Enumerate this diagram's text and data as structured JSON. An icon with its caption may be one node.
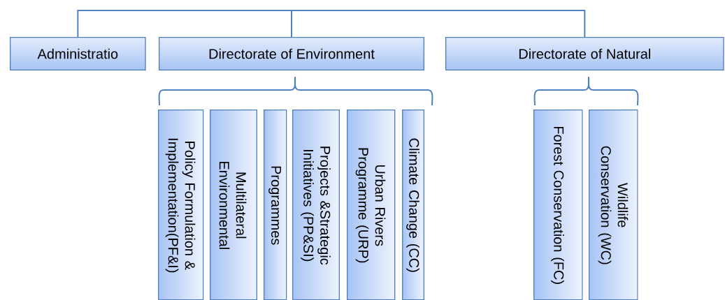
{
  "diagram": {
    "nodes": [
      {
        "text": [
          "Administratio"
        ]
      },
      {
        "text": [
          "Directorate of Environment"
        ]
      },
      {
        "text": [
          "Directorate of Natural"
        ]
      },
      {
        "text": [
          "Policy Formulation & Implementation(PF&I)"
        ]
      },
      {
        "text": [
          "Multilateral Environmental"
        ]
      },
      {
        "text": [
          "Programmes"
        ]
      },
      {
        "text": [
          "Projects &Strategic Initiatives (PP&SI)"
        ]
      },
      {
        "text": [
          "Urban Rivers Programme (URP)"
        ]
      },
      {
        "text": [
          "Climate Change (CC)"
        ]
      },
      {
        "text": [
          "Forest Conservation (FC)"
        ]
      },
      {
        "text": [
          "Wildlife Conservation (WC)"
        ]
      }
    ],
    "edges": [
      {
        "from": null,
        "to": 0,
        "arrow": "none"
      },
      {
        "from": null,
        "to": 1,
        "arrow": "none"
      },
      {
        "from": null,
        "to": 2,
        "arrow": "none"
      }
    ]
  }
}
